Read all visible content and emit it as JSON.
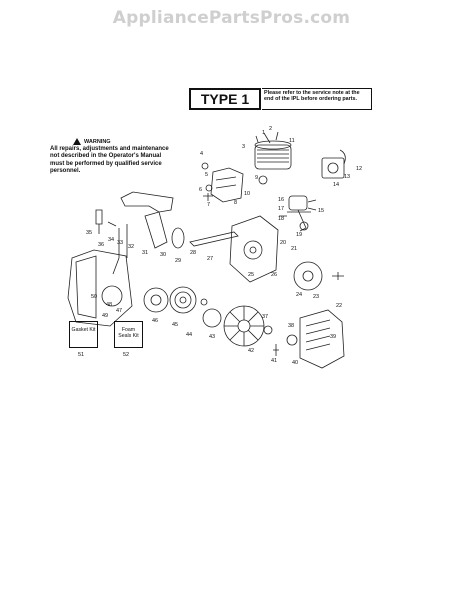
{
  "watermark": "AppliancePartsPros.com",
  "type_label": "TYPE 1",
  "service_note": "Please refer to the service note at the end of the IPL before ordering parts.",
  "warning": {
    "title": "WARNING",
    "text": "All repairs, adjustments and maintenance not described in the Operator's Manual must be performed by qualified service personnel."
  },
  "kits": [
    {
      "label": "Gasket Kit",
      "number": "51"
    },
    {
      "label": "Foam Seals Kit",
      "number": "52"
    }
  ],
  "part_numbers": [
    "1",
    "2",
    "3",
    "4",
    "5",
    "6",
    "7",
    "8",
    "9",
    "10",
    "11",
    "12",
    "13",
    "14",
    "15",
    "16",
    "17",
    "18",
    "19",
    "20",
    "21",
    "22",
    "23",
    "24",
    "25",
    "26",
    "27",
    "28",
    "29",
    "30",
    "31",
    "32",
    "33",
    "34",
    "35",
    "36",
    "37",
    "38",
    "39",
    "40",
    "41",
    "42",
    "43",
    "44",
    "45",
    "46",
    "47",
    "48",
    "49",
    "50",
    "51",
    "52"
  ]
}
